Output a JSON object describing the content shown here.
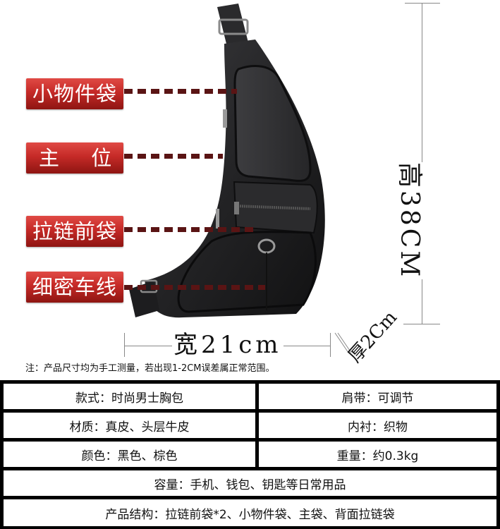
{
  "callouts": [
    {
      "label": "小物件袋"
    },
    {
      "label": "主 位"
    },
    {
      "label": "拉链前袋"
    },
    {
      "label": "细密车线"
    }
  ],
  "dimensions": {
    "height": "高38CM",
    "width": "宽21cm",
    "depth": "厚2Cm"
  },
  "note": "注：产品尺寸均为手工测量，若出现1-2CM误差属正常范围。",
  "specs": {
    "rows": [
      {
        "left": "款式：时尚男士胸包",
        "right": "肩带：可调节"
      },
      {
        "left": "材质：真皮、头层牛皮",
        "right": "内衬：织物"
      },
      {
        "left": "颜色：黑色、棕色",
        "right": "重量：约0.3kg"
      },
      {
        "full": "容量：手机、钱包、钥匙等日常用品"
      },
      {
        "full": "产品结构：拉链前袋*2、小物件袋、主袋、背面拉链袋"
      }
    ]
  },
  "colors": {
    "callout_red": "#c52a27",
    "leader_dots": "#5a1414",
    "bag_leather": "#1c1c1e",
    "table_border": "#000000"
  }
}
